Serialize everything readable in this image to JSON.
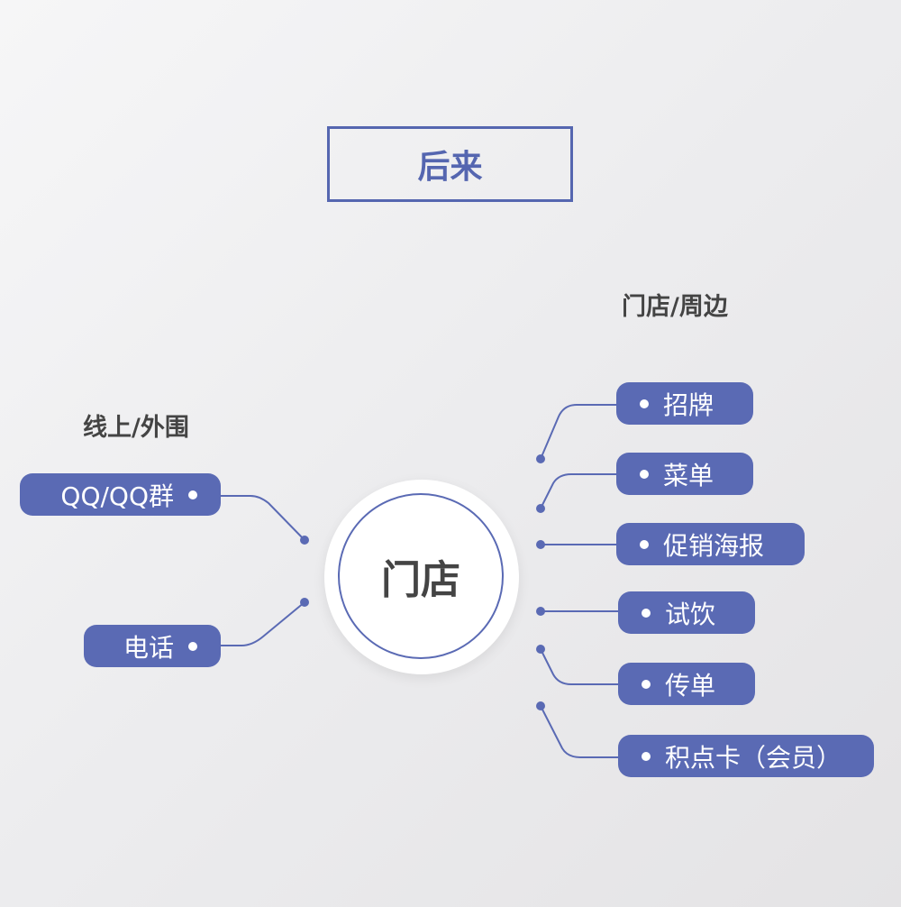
{
  "title": "后来",
  "center": "门店",
  "left": {
    "heading": "线上/外围",
    "items": [
      "QQ/QQ群",
      "电话"
    ]
  },
  "right": {
    "heading": "门店/周边",
    "items": [
      "招牌",
      "菜单",
      "促销海报",
      "试饮",
      "传单",
      "积点卡（会员）"
    ]
  },
  "colors": {
    "accent": "#5a6ab4",
    "text": "#444444"
  }
}
